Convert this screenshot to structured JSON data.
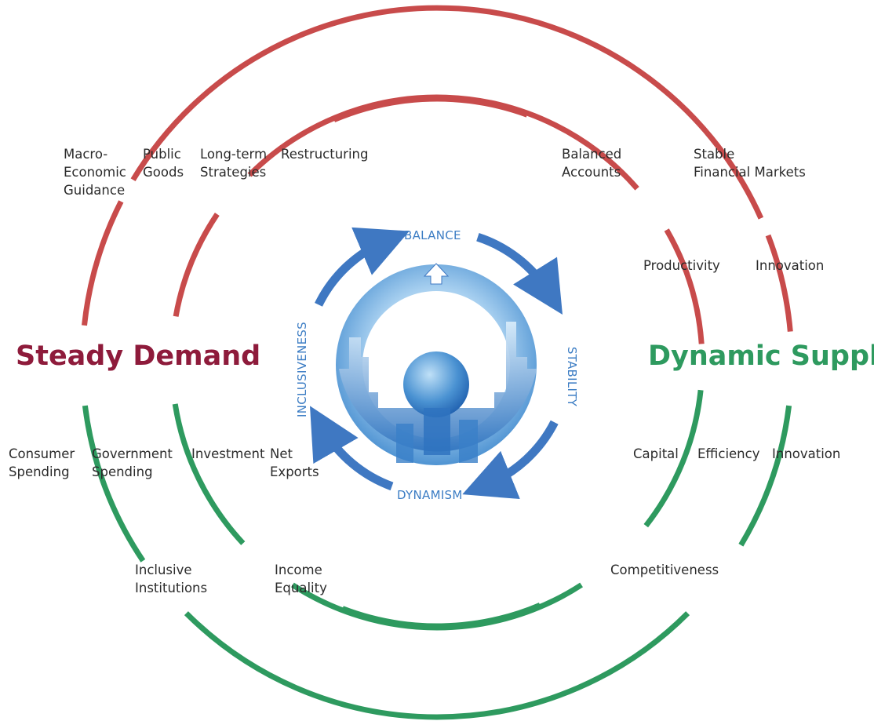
{
  "colors": {
    "demand_red": "#8e1b3b",
    "supply_green": "#2e9a5f",
    "arc_red": "#c84b4b",
    "arc_green": "#2e9a5f",
    "arrow_blue": "#3f78c2",
    "text_blue": "#3c7dc4"
  },
  "titles": {
    "left": "Steady Demand",
    "right": "Dynamic Supply"
  },
  "inner_cycle": {
    "top": "BALANCE",
    "right": "STABILITY",
    "bottom": "DYNAMISM",
    "left": "INCLUSIVENESS"
  },
  "demand_top_labels": {
    "macro": "Macro-\nEconomic\nGuidance",
    "public_goods": "Public\nGoods",
    "long_term": "Long-term\nStrategies",
    "restructuring": "Restructuring"
  },
  "supply_top_labels": {
    "balanced_accounts": "Balanced\nAccounts",
    "stable_markets": "Stable\nFinancial Markets",
    "productivity": "Productivity",
    "innovation_top": "Innovation"
  },
  "demand_bottom_labels": {
    "consumer": "Consumer\nSpending",
    "government": "Government\nSpending",
    "investment": "Investment",
    "net_exports": "Net\nExports",
    "inclusive": "Inclusive\nInstitutions",
    "income": "Income\nEquality"
  },
  "supply_bottom_labels": {
    "capital": "Capital",
    "efficiency": "Efficiency",
    "innovation_bottom": "Innovation",
    "competitiveness": "Competitiveness"
  },
  "icons": [
    "city-globe-icon",
    "cycle-arrow-icon",
    "up-arrow-icon"
  ]
}
